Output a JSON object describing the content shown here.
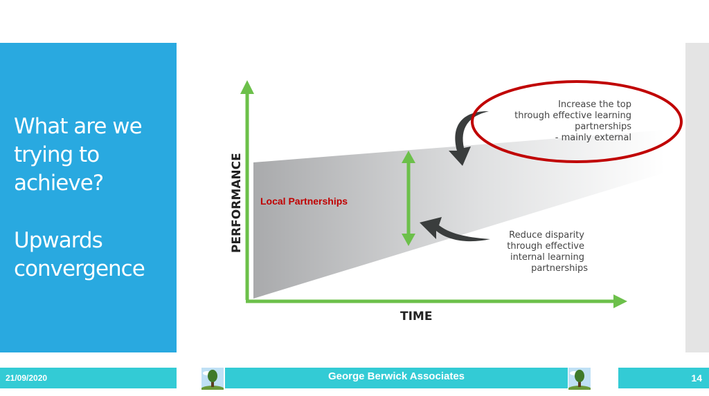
{
  "slide": {
    "title_lines": [
      "What are we",
      "trying to",
      "achieve?"
    ],
    "subtitle_lines": [
      "Upwards",
      "convergence"
    ]
  },
  "diagram": {
    "y_axis_label": "PERFORMANCE",
    "x_axis_label": "TIME",
    "region_label": "Local Partnerships",
    "top_note_lines": [
      "Increase the top",
      "through effective learning",
      "partnerships",
      "- mainly external"
    ],
    "bottom_note_lines": [
      "Reduce disparity",
      "through effective",
      "internal learning",
      "partnerships"
    ],
    "colors": {
      "axis": "#6cc04a",
      "highlight": "#c00000",
      "region_label": "#c00000",
      "curved_arrow": "#3a3d3d"
    }
  },
  "footer": {
    "date": "21/09/2020",
    "organization": "George Berwick Associates",
    "page_number": "14"
  }
}
